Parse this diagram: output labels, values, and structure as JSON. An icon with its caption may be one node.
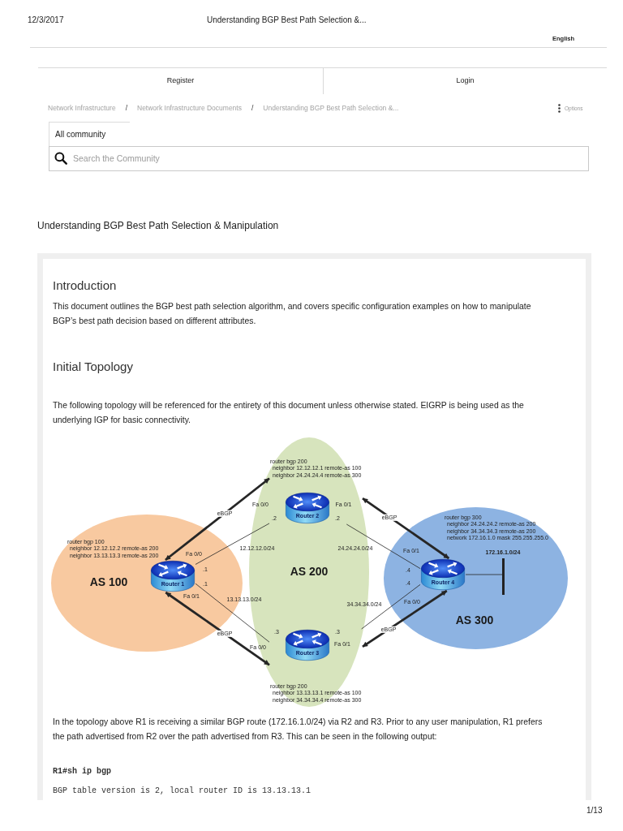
{
  "diagram": {
    "title": "Understanding BGP Best Path Selection & Manipulation",
    "nodes": [
      {
        "text": [
          "AS 100"
        ]
      },
      {
        "text": [
          "Router 1"
        ],
        "in": 0,
        "beside": [
          "router bgp 100",
          "neighbor 12.12.12.2 remote-as 200",
          "neighbor 13.13.13.3 remote-as 200",
          "Fa 0/0",
          ".1",
          ".1",
          "Fa 0/1"
        ]
      },
      {
        "text": [
          "AS 200"
        ]
      },
      {
        "text": [
          "Router 2"
        ],
        "in": 2,
        "beside": [
          "router bgp 200",
          "neighbor 12.12.12.1 remote-as 100",
          "neighbor 24.24.24.4 remote-as 300",
          "Fa 0/0",
          "Fa 0/1",
          ".2",
          ".2"
        ]
      },
      {
        "text": [
          "Router 3"
        ],
        "in": 2,
        "beside": [
          "router bgp 200",
          "neighbor 13.13.13.1 remote-as 100",
          "neighbor 34.34.34.4 remote-as 300",
          ".3",
          ".3",
          "Fa 0/0",
          "Fa 0/1"
        ]
      },
      {
        "text": [
          "AS 300"
        ]
      },
      {
        "text": [
          "Router 4"
        ],
        "in": 5,
        "beside": [
          "router bgp 300",
          "neighbor 24.24.24.2 remote-as 200",
          "neighbor 34.34.34.3 remote-as 200",
          "network 172.16.1.0 mask 255.255.255.0",
          "Fa 0/1",
          ".4",
          ".4",
          "Fa 0/0"
        ]
      },
      {
        "text": [],
        "shape": "bar",
        "in": 5,
        "beside": [
          "172.16.1.0/24"
        ]
      }
    ],
    "edges": [
      {
        "from": 1,
        "to": 3,
        "arrow": "none",
        "label": "12.12.12.0/24"
      },
      {
        "from": 1,
        "to": 4,
        "arrow": "none",
        "label": "13.13.13.0/24"
      },
      {
        "from": 3,
        "to": 6,
        "arrow": "none",
        "label": "24.24.24.0/24"
      },
      {
        "from": 4,
        "to": 6,
        "arrow": "none",
        "label": "34.34.34.0/24"
      },
      {
        "from": 6,
        "to": 7,
        "arrow": "none"
      },
      {
        "from": 1,
        "to": 3,
        "arrow": "both",
        "label": "eBGP",
        "style": "thick"
      },
      {
        "from": 1,
        "to": 4,
        "arrow": "both",
        "label": "eBGP",
        "style": "thick"
      },
      {
        "from": 3,
        "to": 6,
        "arrow": "both",
        "label": "eBGP",
        "style": "thick"
      },
      {
        "from": 4,
        "to": 6,
        "arrow": "both",
        "label": "eBGP",
        "style": "thick"
      }
    ],
    "labels": [
      "12/3/2017",
      "Understanding BGP Best Path Selection &...",
      "English",
      "Register",
      "Login",
      "Network Infrastructure",
      "/",
      "Network Infrastructure Documents",
      "/",
      "Understanding BGP Best Path Selection &...",
      "Options",
      "All community",
      "Search the Community",
      "Introduction",
      "This document outlines the BGP best path selection algorithm, and covers specific configuration examples on how to manipulate BGP’s best path decision based on different attributes.",
      "Initial Topology",
      "The following topology will be referenced for the entirety of this document unless otherwise stated. EIGRP is being used as the underlying IGP for basic connectivity.",
      "In the topology above R1 is receiving a similar BGP route (172.16.1.0/24) via R2 and R3. Prior to any user manipulation, R1 prefers the path advertised from R2 over the path advertised from R3. This can be seen in the following output:",
      "R1#sh ip bgp",
      "BGP table version is 2, local router ID is 13.13.13.1",
      "1/13"
    ]
  }
}
